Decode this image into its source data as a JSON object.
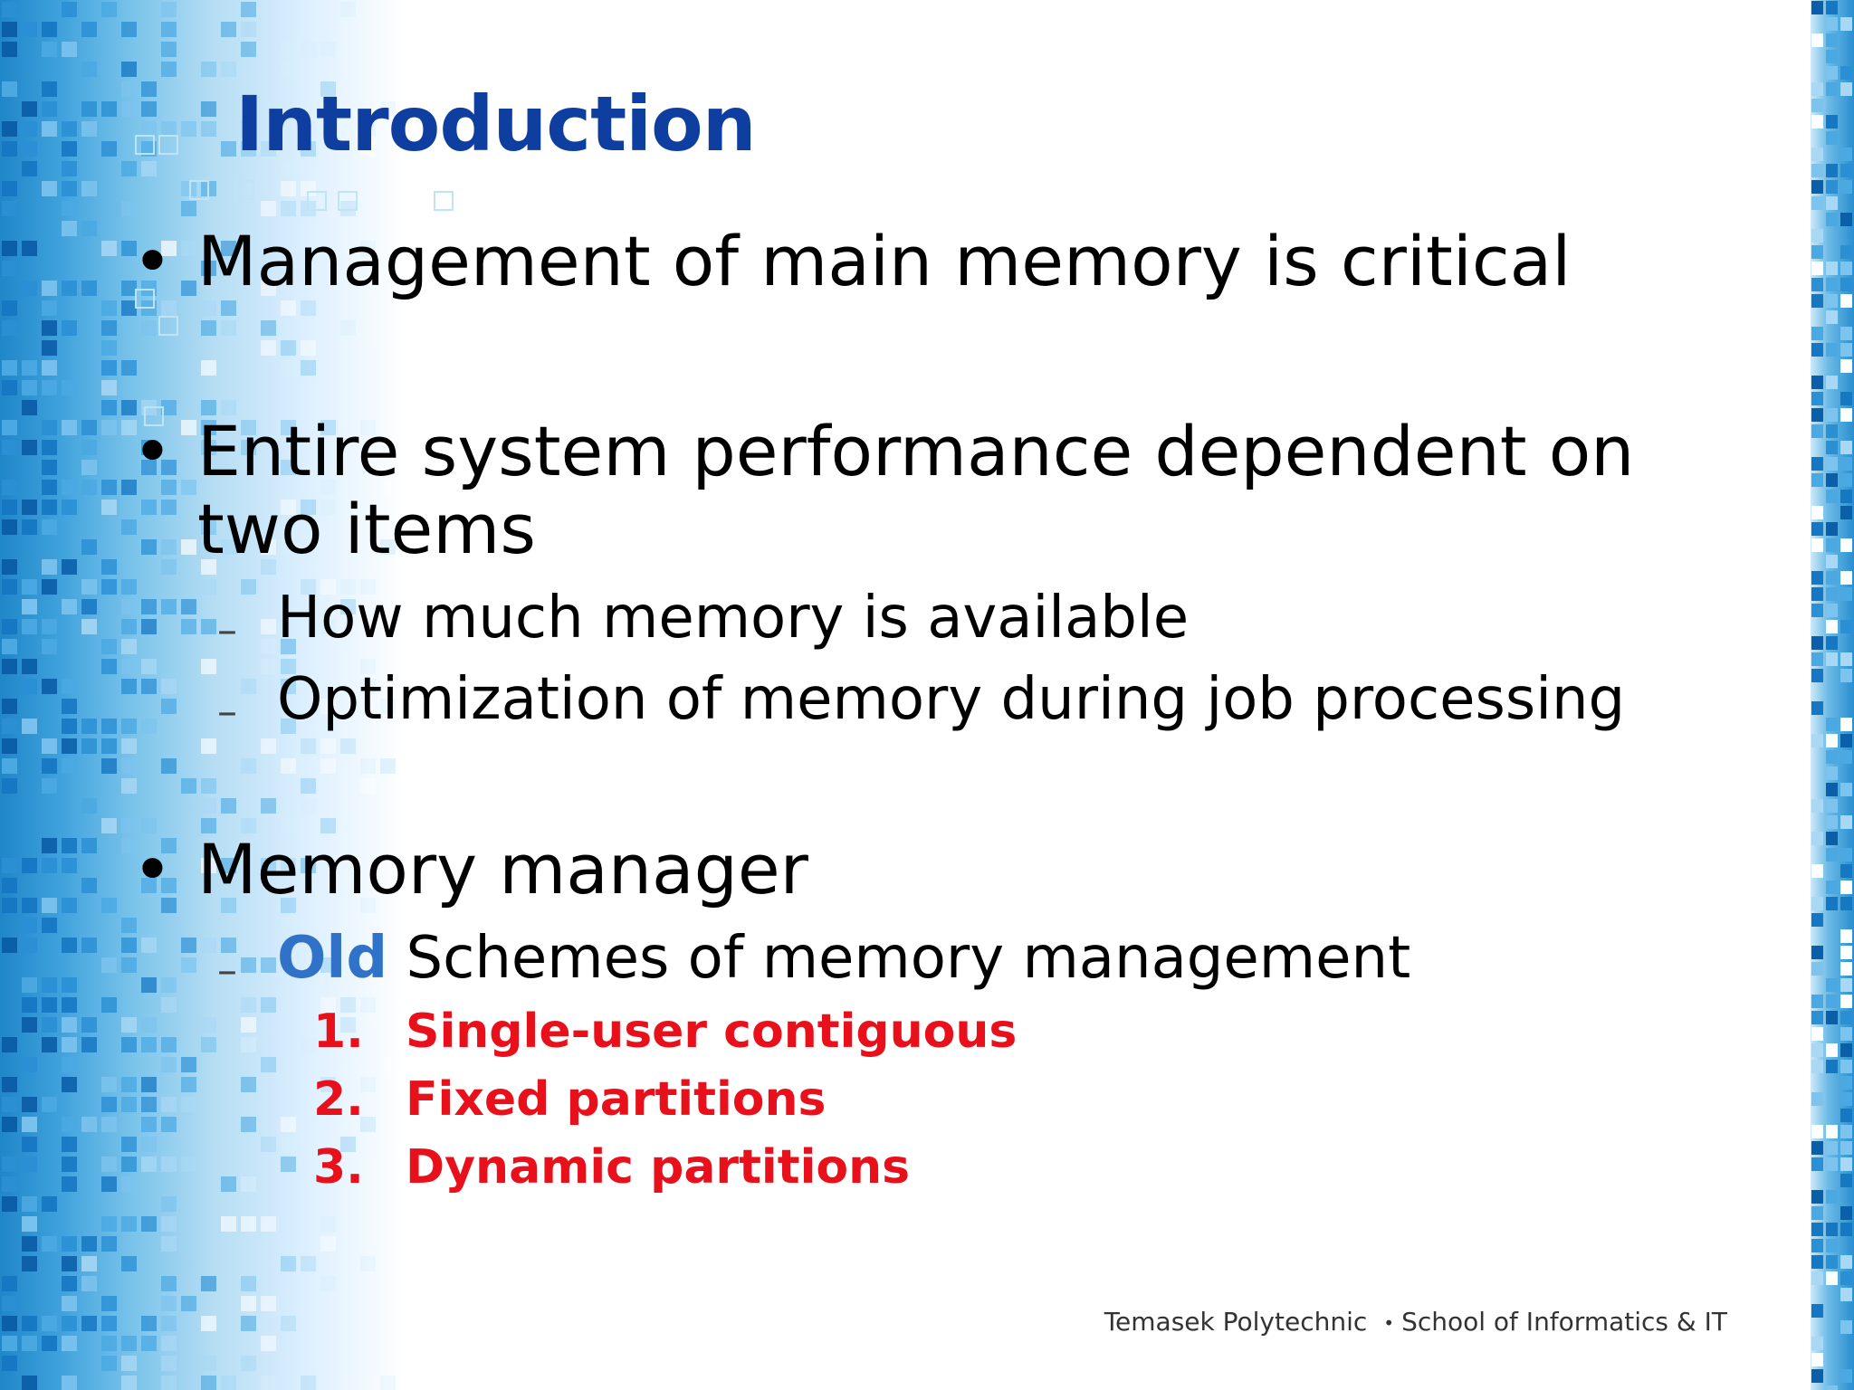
{
  "slide": {
    "title": "Introduction",
    "bullets": [
      {
        "marker": "•",
        "text": "Management of main memory is critical"
      },
      {
        "marker": "•",
        "text": "Entire system performance dependent on two items"
      },
      {
        "marker": "•",
        "text": "Memory manager"
      }
    ],
    "sub_items": [
      {
        "marker": "–",
        "text": "How much memory is available"
      },
      {
        "marker": "–",
        "text": "Optimization of memory during job processing"
      },
      {
        "marker": "–",
        "highlight": "Old",
        "text": "Schemes of memory management"
      }
    ],
    "numbered": [
      {
        "number": "1.",
        "text": "Single-user contiguous"
      },
      {
        "number": "2.",
        "text": "Fixed partitions"
      },
      {
        "number": "3.",
        "text": "Dynamic partitions"
      }
    ],
    "footer": {
      "left": "Temasek Polytechnic",
      "separator": "•",
      "right": "School of Informatics & IT"
    }
  },
  "colors": {
    "title": "#0e3fa0",
    "highlight_old": "#2f72c8",
    "numbered_red": "#e8101a",
    "band_blue": "#1f86c8"
  }
}
